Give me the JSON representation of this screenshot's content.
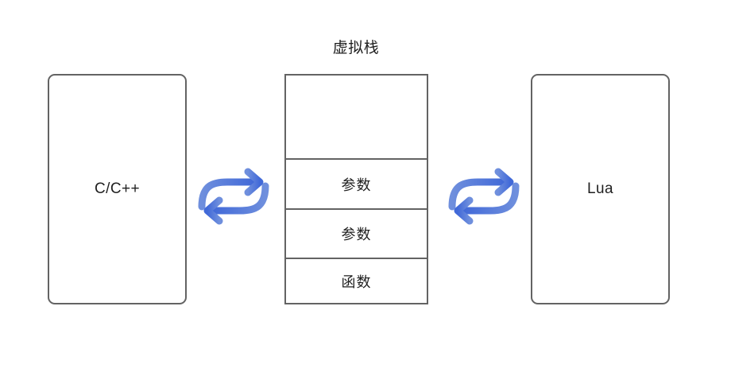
{
  "diagram": {
    "title": "虚拟栈",
    "accent_color": "#5579d6",
    "border_color": "#636363",
    "text_color": "#1f1f1f",
    "background_color": "#ffffff",
    "left_box": {
      "label": "C/C++"
    },
    "right_box": {
      "label": "Lua"
    },
    "stack": {
      "label": "虚拟栈",
      "cells": [
        {
          "label": "",
          "name": "stack-cell-empty"
        },
        {
          "label": "参数",
          "name": "stack-cell-param-1"
        },
        {
          "label": "参数",
          "name": "stack-cell-param-2"
        },
        {
          "label": "函数",
          "name": "stack-cell-function"
        }
      ]
    },
    "connectors": [
      {
        "name": "exchange-arrows-left",
        "icon": "exchange-arrows-icon",
        "color": "#5579d6"
      },
      {
        "name": "exchange-arrows-right",
        "icon": "exchange-arrows-icon",
        "color": "#5579d6"
      }
    ]
  }
}
